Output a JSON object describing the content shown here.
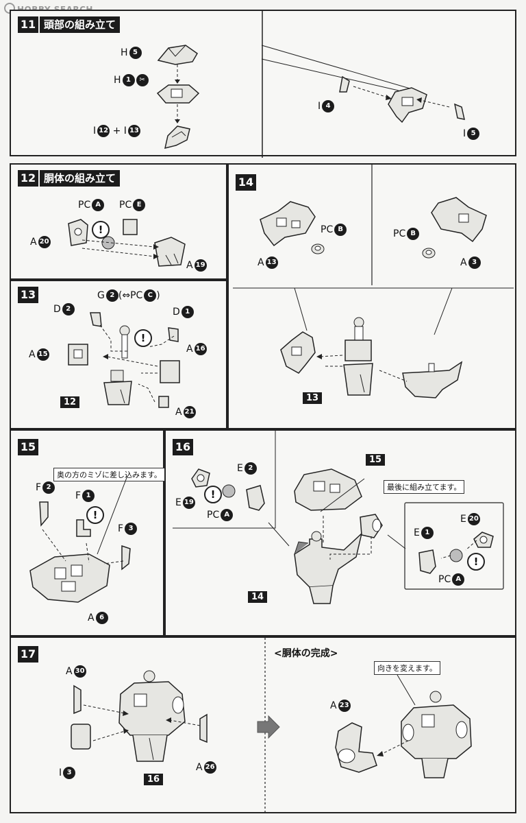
{
  "watermark": "HOBBY SEARCH",
  "step11": {
    "num": "11",
    "title": "頭部の組み立て",
    "labels": [
      {
        "part": "H",
        "n": "5"
      },
      {
        "part": "H",
        "n": "1",
        "extra": "cut"
      },
      {
        "part": "I",
        "n": "12",
        "plus_part": "I",
        "plus_n": "13"
      },
      {
        "part": "I",
        "n": "4"
      },
      {
        "part": "I",
        "n": "5"
      }
    ]
  },
  "step12": {
    "num": "12",
    "title": "胴体の組み立て",
    "labels": [
      {
        "part": "PC",
        "n": "A"
      },
      {
        "part": "PC",
        "n": "E"
      },
      {
        "part": "A",
        "n": "20"
      },
      {
        "part": "A",
        "n": "19"
      }
    ]
  },
  "step13": {
    "num": "13",
    "g_label": "G",
    "g_n": "2",
    "g_note_left": "(",
    "g_note_pc": "PC",
    "g_note_n": "C",
    "g_note_right": ")",
    "labels": [
      {
        "part": "D",
        "n": "2"
      },
      {
        "part": "D",
        "n": "1"
      },
      {
        "part": "A",
        "n": "15"
      },
      {
        "part": "A",
        "n": "16"
      },
      {
        "part": "A",
        "n": "21"
      }
    ],
    "ref": "12"
  },
  "step14": {
    "num": "14",
    "labels": [
      {
        "part": "PC",
        "n": "B"
      },
      {
        "part": "A",
        "n": "13"
      },
      {
        "part": "PC",
        "n": "B"
      },
      {
        "part": "A",
        "n": "3"
      }
    ],
    "ref": "13"
  },
  "step15": {
    "num": "15",
    "note": "奥の方のミゾに差し込みます。",
    "labels": [
      {
        "part": "F",
        "n": "2"
      },
      {
        "part": "F",
        "n": "1"
      },
      {
        "part": "F",
        "n": "3"
      },
      {
        "part": "A",
        "n": "6"
      }
    ]
  },
  "step16": {
    "num": "16",
    "note": "最後に組み立てます。",
    "labels": [
      {
        "part": "E",
        "n": "2"
      },
      {
        "part": "E",
        "n": "19"
      },
      {
        "part": "PC",
        "n": "A"
      },
      {
        "part": "E",
        "n": "20"
      },
      {
        "part": "E",
        "n": "1"
      },
      {
        "part": "PC",
        "n": "A"
      }
    ],
    "refs": [
      "15",
      "14"
    ]
  },
  "step17": {
    "num": "17",
    "labels": [
      {
        "part": "A",
        "n": "30"
      },
      {
        "part": "I",
        "n": "3"
      },
      {
        "part": "A",
        "n": "26"
      },
      {
        "part": "A",
        "n": "23"
      }
    ],
    "ref": "16",
    "complete_heading": "<胴体の完成>",
    "note": "向きを変えます。"
  },
  "warn_symbol": "!",
  "colors": {
    "ink": "#1c1c1c",
    "paper": "#f7f7f5",
    "part_fill": "#e6e6e2",
    "shade": "#9a9a9a"
  }
}
